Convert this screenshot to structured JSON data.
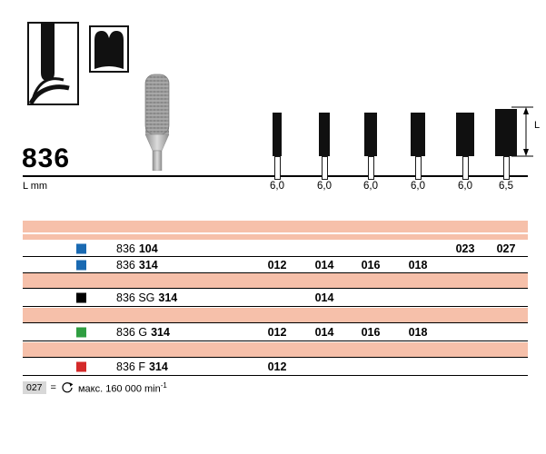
{
  "page": {
    "figure_number": "836",
    "unit_label": "L mm",
    "dimension_label": "L"
  },
  "columns": {
    "iso_sizes": [
      "012",
      "014",
      "016",
      "018",
      "023",
      "027"
    ],
    "lengths": [
      "6,0",
      "6,0",
      "6,0",
      "6,0",
      "6,0",
      "6,5"
    ]
  },
  "colors": {
    "band": "#f6c0aa",
    "blue": "#1a6ab2",
    "black": "#000000",
    "green": "#2f9e41",
    "red": "#d42a2a"
  },
  "table": {
    "rows": [
      {
        "square_color": "#1a6ab2",
        "prefix": "836",
        "code": "104",
        "cells": [
          "",
          "",
          "",
          "",
          "023",
          "027"
        ]
      },
      {
        "square_color": "#1a6ab2",
        "prefix": "836",
        "code": "314",
        "cells": [
          "012",
          "014",
          "016",
          "018",
          "",
          ""
        ]
      },
      {
        "square_color": "#000000",
        "prefix": "836 SG",
        "code": "314",
        "cells": [
          "",
          "014",
          "",
          "",
          "",
          ""
        ]
      },
      {
        "square_color": "#2f9e41",
        "prefix": "836 G",
        "code": "314",
        "cells": [
          "012",
          "014",
          "016",
          "018",
          "",
          ""
        ]
      },
      {
        "square_color": "#d42a2a",
        "prefix": "836 F",
        "code": "314",
        "cells": [
          "012",
          "",
          "",
          "",
          "",
          ""
        ]
      }
    ]
  },
  "footnote": {
    "code": "027",
    "equals": "=",
    "max_text": "макс. 160 000 min",
    "sup": "-1"
  }
}
